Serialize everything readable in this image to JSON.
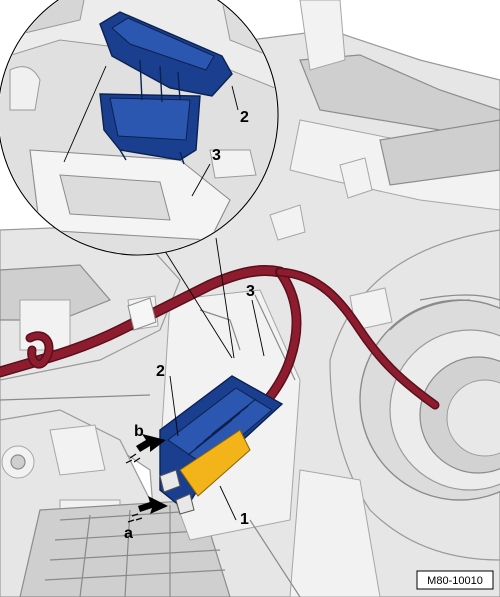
{
  "callouts": {
    "label_1": "1",
    "label_2_main": "2",
    "label_3_main": "3",
    "label_2_inset": "2",
    "label_3_inset": "3",
    "label_a": "a",
    "label_b": "b"
  },
  "figure_ref": "M80-10010",
  "colors": {
    "housing": "#e6e6e6",
    "housing_shadow": "#cfcfcf",
    "wire_harness": "#8c1c2e",
    "resistor_blue": "#1a3f8f",
    "resistor_yellow": "#f2b418",
    "arrow": "#000000"
  }
}
